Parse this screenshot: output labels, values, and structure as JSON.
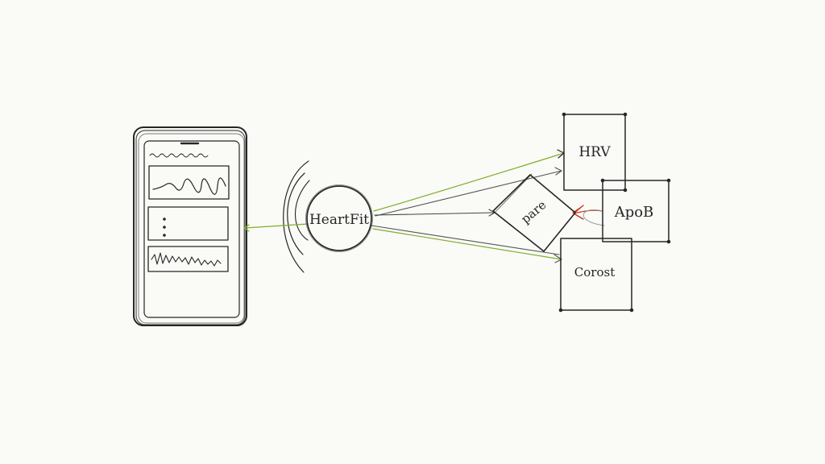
{
  "diagram": {
    "phone": {
      "header_text": "",
      "widgets": [
        "ecg-chart",
        "list-card",
        "waveform-chart"
      ]
    },
    "hub": {
      "label": "HeartFit"
    },
    "middle_node": {
      "label": "pare"
    },
    "nodes": [
      {
        "id": "hrv",
        "label": "HRV"
      },
      {
        "id": "apob",
        "label": "ApoB"
      },
      {
        "id": "cortisol",
        "label": "Corost"
      }
    ],
    "colors": {
      "ink": "#262626",
      "accent_green": "#7fae2a",
      "accent_red": "#c8321e",
      "background": "#fafaf7"
    }
  }
}
